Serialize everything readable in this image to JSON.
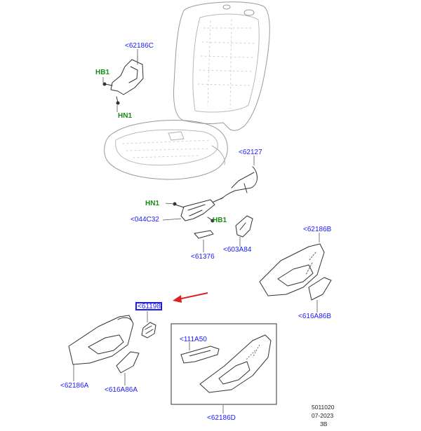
{
  "parts": {
    "p62186C": "<62186C",
    "pHB1_top": "HB1",
    "pHN1_top": "HN1",
    "p62127": "<62127",
    "pHN1_mid": "HN1",
    "p044C32": "<044C32",
    "pHB1_mid": "HB1",
    "p61376": "<61376",
    "p603A84": "<603A84",
    "p62186B": "<62186B",
    "p616A86B": "<616A86B",
    "p61198": "<61198",
    "p62186A": "<62186A",
    "p616A86A": "<616A86A",
    "p111A50": "<111A50",
    "p62186D": "<62186D"
  },
  "footer": {
    "line1": "5011020",
    "line2": "07-2023",
    "line3": "3B"
  },
  "colors": {
    "part_label": "#1a1aff",
    "fastener_label": "#178a17",
    "pointer_arrow": "#e02020",
    "highlight_box": "#1a1aff"
  }
}
